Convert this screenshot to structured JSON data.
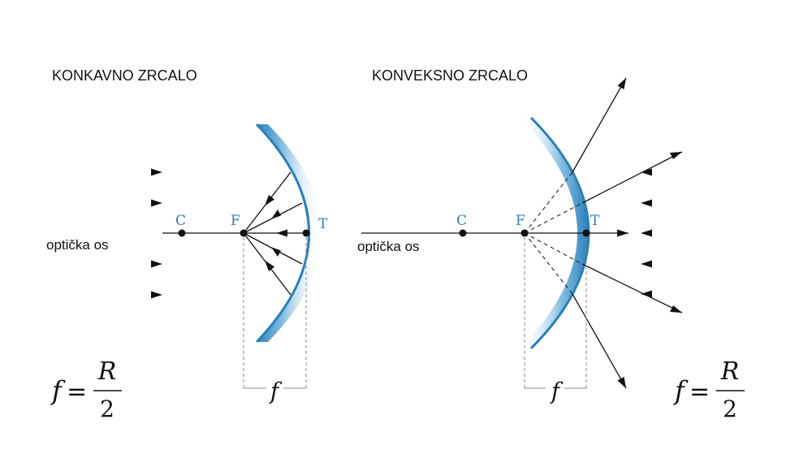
{
  "left": {
    "title": "KONKAVNO ZRCALO",
    "axis_label": "optička os",
    "points": {
      "C": "C",
      "F": "F",
      "T": "T"
    },
    "focal_label": "f",
    "formula": {
      "lhs": "f",
      "eq": "=",
      "num": "R",
      "den": "2"
    }
  },
  "right": {
    "title": "KONVEKSNO ZRCALO",
    "axis_label": "optička os",
    "points": {
      "C": "C",
      "F": "F",
      "T": "T"
    },
    "focal_label": "f",
    "formula": {
      "lhs": "f",
      "eq": "=",
      "num": "R",
      "den": "2"
    }
  },
  "colors": {
    "mirror": "#2a7fb8",
    "ray": "#111111",
    "point_label": "#2a7fb8",
    "guide": "#888888"
  }
}
